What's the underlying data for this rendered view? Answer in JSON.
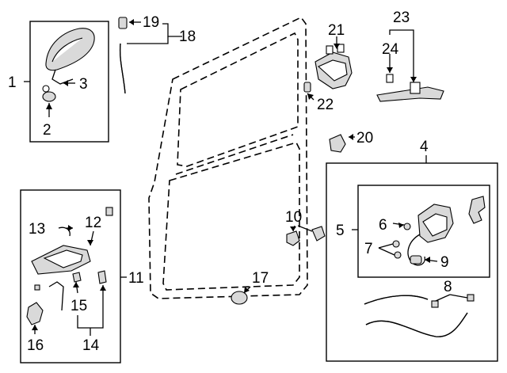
{
  "callouts": {
    "c1": "1",
    "c2": "2",
    "c3": "3",
    "c4": "4",
    "c5": "5",
    "c6": "6",
    "c7": "7",
    "c8": "8",
    "c9": "9",
    "c10": "10",
    "c11": "11",
    "c12": "12",
    "c13": "13",
    "c14": "14",
    "c15": "15",
    "c16": "16",
    "c17": "17",
    "c18": "18",
    "c19": "19",
    "c20": "20",
    "c21": "21",
    "c22": "22",
    "c23": "23",
    "c24": "24"
  },
  "icons": {
    "outside_handle": "door-handle-icon",
    "hinge_assembly": "hinge-bracket-icon",
    "lock_assembly": "door-lock-icon",
    "cables": "cable-icon"
  }
}
